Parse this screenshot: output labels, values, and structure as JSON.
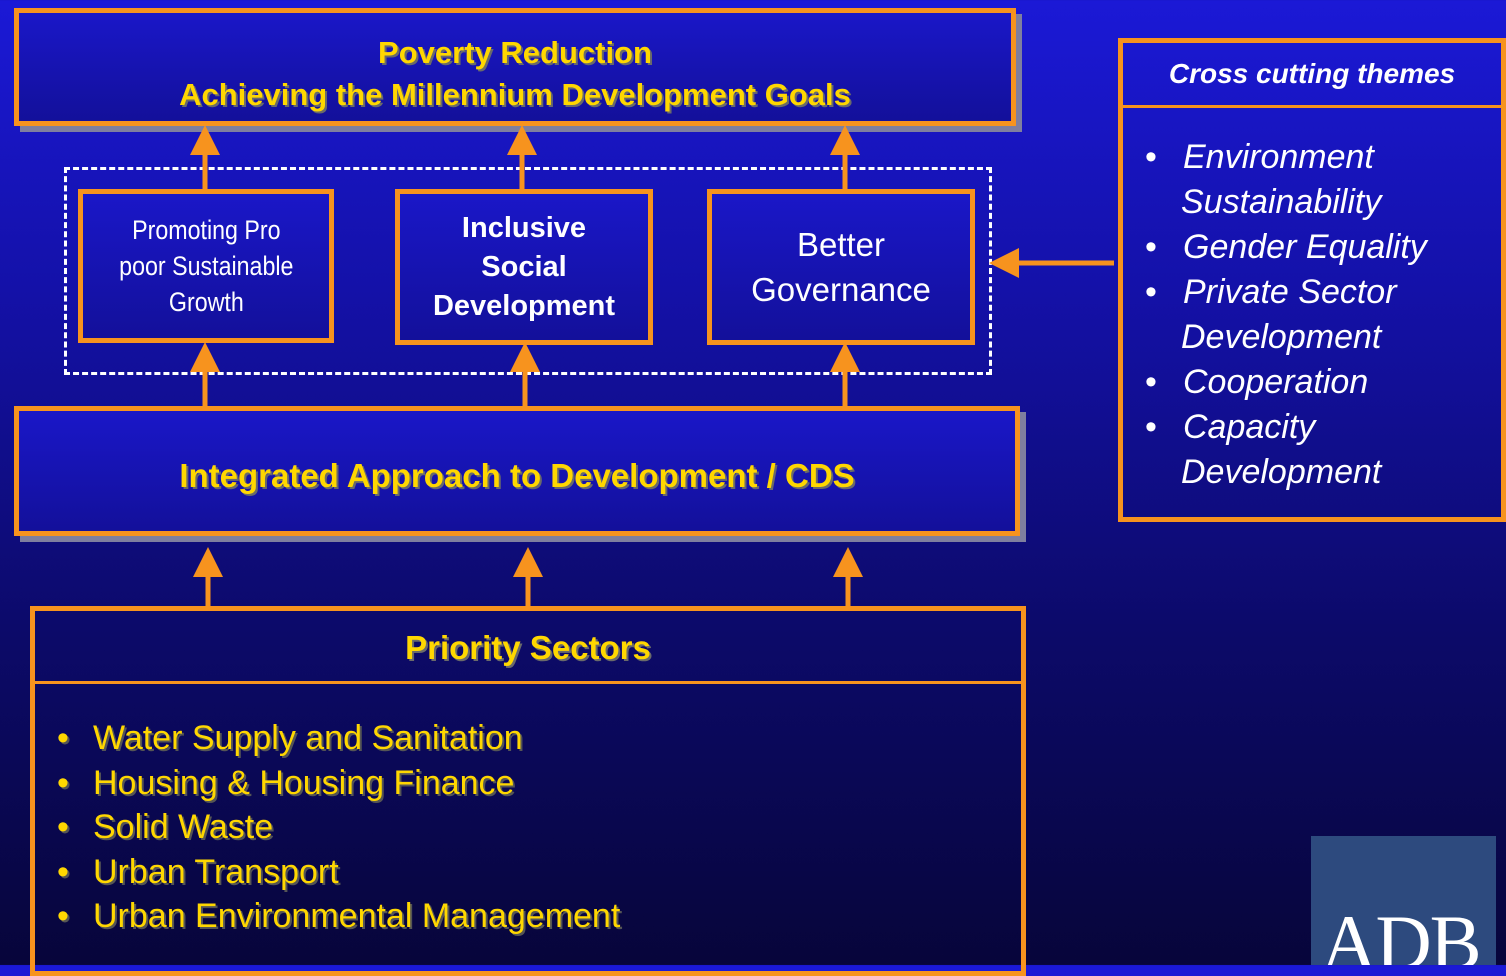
{
  "top": {
    "line1": "Poverty Reduction",
    "line2": "Achieving the Millennium Development Goals"
  },
  "pillars": [
    {
      "lines": [
        "Promoting Pro",
        "poor Sustainable",
        "Growth"
      ]
    },
    {
      "lines": [
        "Inclusive",
        "Social",
        "Development"
      ]
    },
    {
      "lines": [
        "Better",
        "Governance"
      ]
    }
  ],
  "integrated": {
    "label": "Integrated Approach to Development / CDS"
  },
  "priority": {
    "title": "Priority Sectors",
    "items": [
      "Water Supply and Sanitation",
      "Housing & Housing Finance",
      "Solid Waste",
      "Urban Transport",
      "Urban Environmental Management"
    ]
  },
  "themes": {
    "title": "Cross cutting themes",
    "items": [
      {
        "bullet": "•",
        "line1": "Environment",
        "line2": "Sustainability"
      },
      {
        "bullet": "•",
        "line1": "Gender Equality",
        "line2": ""
      },
      {
        "bullet": "•",
        "line1": "Private Sector",
        "line2": "Development"
      },
      {
        "bullet": "•",
        "line1": "Cooperation",
        "line2": ""
      },
      {
        "bullet": "•",
        "line1": "Capacity",
        "line2": "Development"
      }
    ]
  },
  "logo": {
    "text": "ADB"
  },
  "colors": {
    "accent": "#f7931e",
    "title_text": "#ffd700",
    "background": "#1411a8"
  }
}
